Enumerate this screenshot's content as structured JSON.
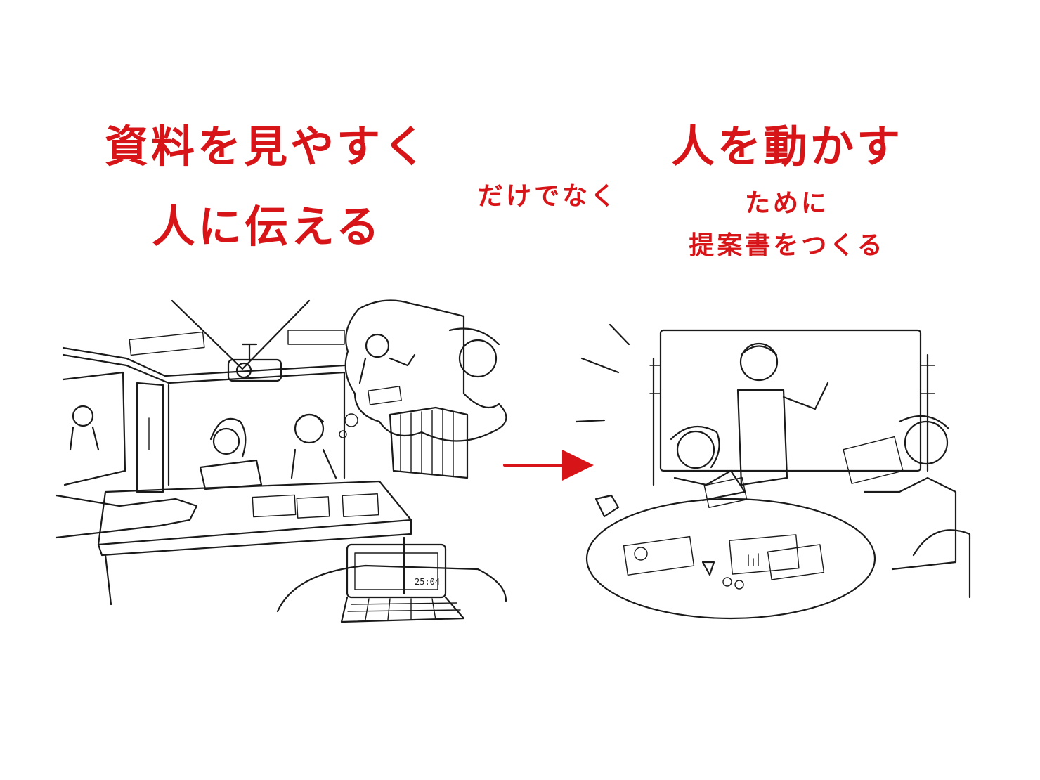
{
  "headline": {
    "left_line1": "資料を見やすく",
    "left_line2": "人に伝える",
    "middle": "だけでなく",
    "right_line1": "人を動かす",
    "right_line2": "ために",
    "right_line3": "提案書をつくる"
  },
  "illustration": {
    "left_laptop_timer": "25:04"
  },
  "colors": {
    "accent": "#d71518",
    "ink": "#1a1a1a"
  }
}
